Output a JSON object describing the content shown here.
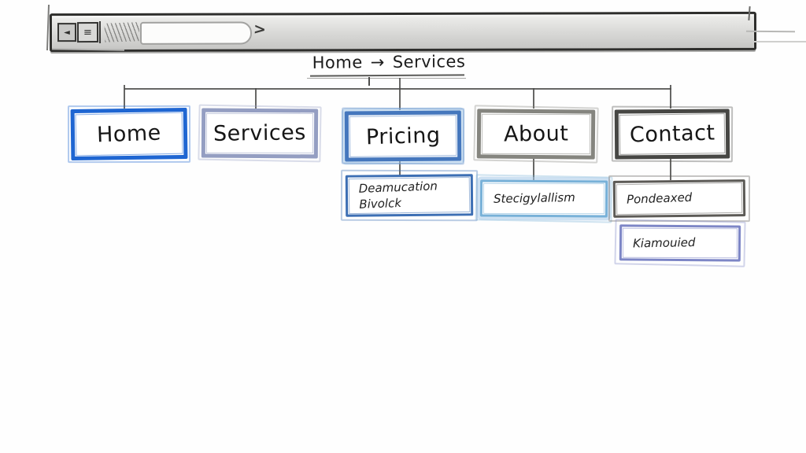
{
  "browser_bar": {
    "back_icon": "◄",
    "menu_icon": "≡",
    "chevron_icon": ">"
  },
  "breadcrumb": {
    "home": "Home",
    "separator": "→",
    "current": "Services"
  },
  "sitemap": {
    "nodes": [
      {
        "id": "home",
        "label": "Home",
        "border_color": "#1f66d2"
      },
      {
        "id": "services",
        "label": "Services",
        "border_color": "#949ec2"
      },
      {
        "id": "pricing",
        "label": "Pricing",
        "border_color": "#4577bd",
        "children": [
          {
            "label": "Deamucation\nBivolck",
            "border_color": "#3d6fb4"
          }
        ]
      },
      {
        "id": "about",
        "label": "About",
        "border_color": "#85857f",
        "children": [
          {
            "label": "Stecigylallism",
            "border_color": "#78b1d8"
          }
        ]
      },
      {
        "id": "contact",
        "label": "Contact",
        "border_color": "#474744",
        "children": [
          {
            "label": "Pondeaxed",
            "border_color": "#5c5a56"
          },
          {
            "label": "Kiamouied",
            "border_color": "#7d86c6"
          }
        ]
      }
    ]
  },
  "colors": {
    "background": "#fefefe",
    "connector": "#4c4c4a",
    "toolbar_fill": "#d9d9d7",
    "toolbar_border": "#2e2e2c",
    "ink": "#1b1b1b"
  }
}
